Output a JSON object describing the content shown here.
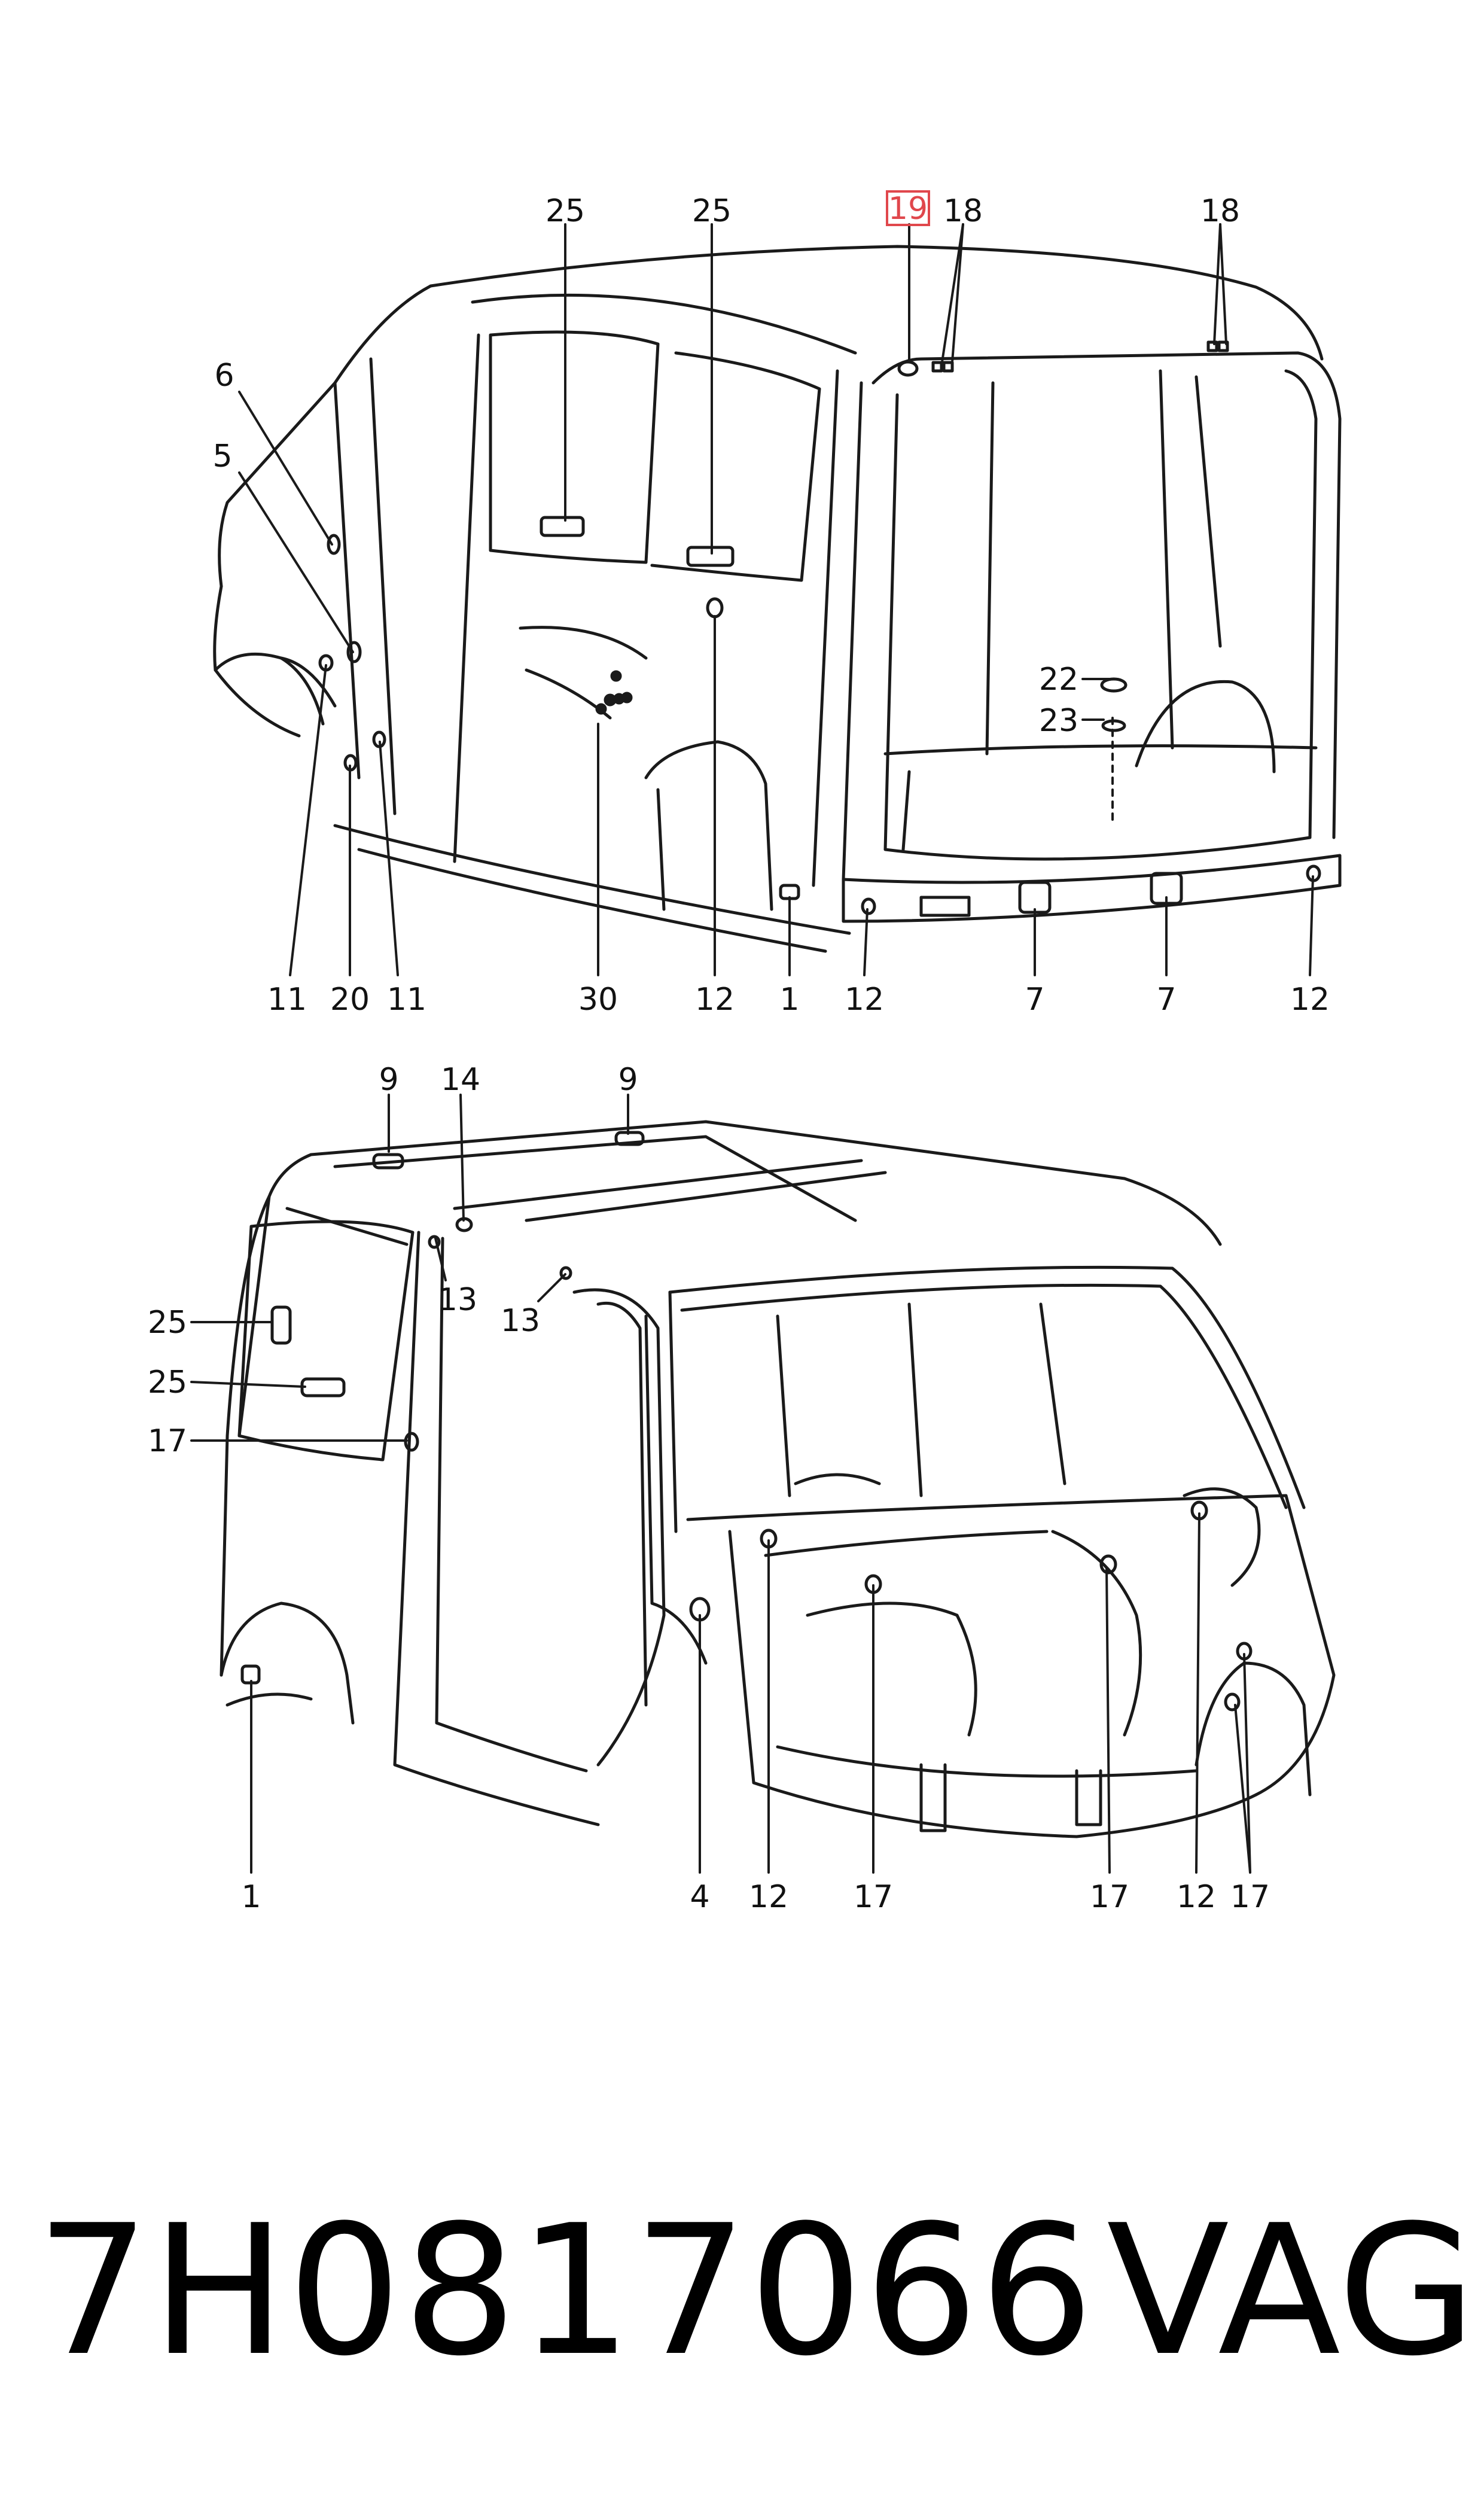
{
  "top_view": {
    "labels": {
      "l25a": "25",
      "l25b": "25",
      "l19": "19",
      "l18a": "18",
      "l18b": "18",
      "l6": "6",
      "l5": "5",
      "l22": "22",
      "l23": "23",
      "l11a": "11",
      "l20": "20",
      "l11b": "11",
      "l30": "30",
      "l12a": "12",
      "l1": "1",
      "l12b": "12",
      "l7a": "7",
      "l7b": "7",
      "l12c": "12"
    },
    "highlighted_label": "19",
    "highlight_color": "#e0474c"
  },
  "bottom_view": {
    "labels": {
      "l9a": "9",
      "l14": "14",
      "l9b": "9",
      "l13a": "13",
      "l13b": "13",
      "l25a": "25",
      "l25b": "25",
      "l17a": "17",
      "l1": "1",
      "l4": "4",
      "l12a": "12",
      "l17b": "17",
      "l17c": "17",
      "l12b": "12",
      "l17d": "17"
    }
  },
  "footer": {
    "part_number": "7H0817066",
    "brand": "VAG"
  }
}
